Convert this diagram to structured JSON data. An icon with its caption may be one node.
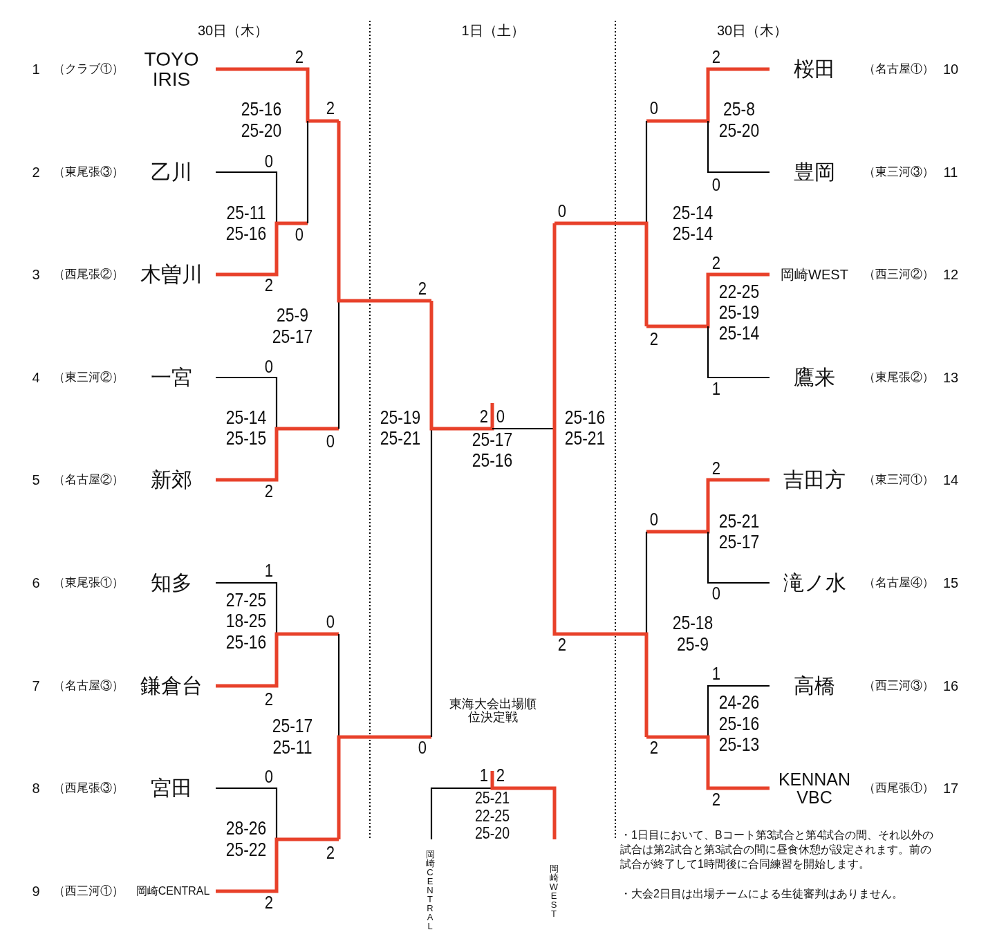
{
  "diagram": {
    "labels": [
      "30日（木）",
      "1日（土）",
      "30日（木）",
      "1",
      "（クラブ①）",
      "TOYO IRIS",
      "桜田",
      "（名古屋①）",
      "10",
      "2",
      "（東尾張③）",
      "乙川",
      "豊岡",
      "（東三河③）",
      "11",
      "3",
      "（西尾張②）",
      "木曽川",
      "岡崎WEST",
      "（西三河②）",
      "12",
      "4",
      "（東三河②）",
      "一宮",
      "鷹来",
      "（東尾張②）",
      "13",
      "5",
      "（名古屋②）",
      "新郊",
      "吉田方",
      "（東三河①）",
      "14",
      "6",
      "（東尾張①）",
      "知多",
      "滝ノ水",
      "（名古屋④）",
      "15",
      "7",
      "（名古屋③）",
      "鎌倉台",
      "高橋",
      "（西三河③）",
      "16",
      "8",
      "（西尾張③）",
      "宮田",
      "KENNAN VBC",
      "（西尾張①）",
      "17",
      "9",
      "（西三河①）",
      "岡崎CENTRAL",
      "2",
      "25-16",
      "25-20",
      "2",
      "0",
      "25-11",
      "25-16",
      "0",
      "2",
      "25-9",
      "25-17",
      "2",
      "0",
      "25-14",
      "25-15",
      "0",
      "2",
      "25-19",
      "25-21",
      "2",
      "0",
      "25-17",
      "25-16",
      "1",
      "27-25",
      "18-25",
      "25-16",
      "0",
      "2",
      "25-17",
      "25-11",
      "東海大会出場順位決定戦",
      "0",
      "0",
      "28-26",
      "25-22",
      "2",
      "2",
      "1",
      "2",
      "25-21",
      "22-25",
      "25-20",
      "岡崎CENTRAL",
      "岡崎WEST",
      "2",
      "0",
      "25-8",
      "25-20",
      "0",
      "0",
      "25-14",
      "25-14",
      "2",
      "22-25",
      "25-19",
      "25-14",
      "2",
      "1",
      "25-16",
      "25-21",
      "2",
      "0",
      "25-21",
      "25-17",
      "0",
      "25-18",
      "2",
      "25-9",
      "1",
      "24-26",
      "25-16",
      "2",
      "25-13",
      "2",
      "・1日目において、Bコート第3試合と第4試合の間、それ以外の試合は第2試合と第3試合の間に昼食休憩が設定されます。前の試合が終了して1時間後に合同練習を開始します。",
      "・大会2日目は出場チームによる生徒審判はありません。"
    ]
  }
}
